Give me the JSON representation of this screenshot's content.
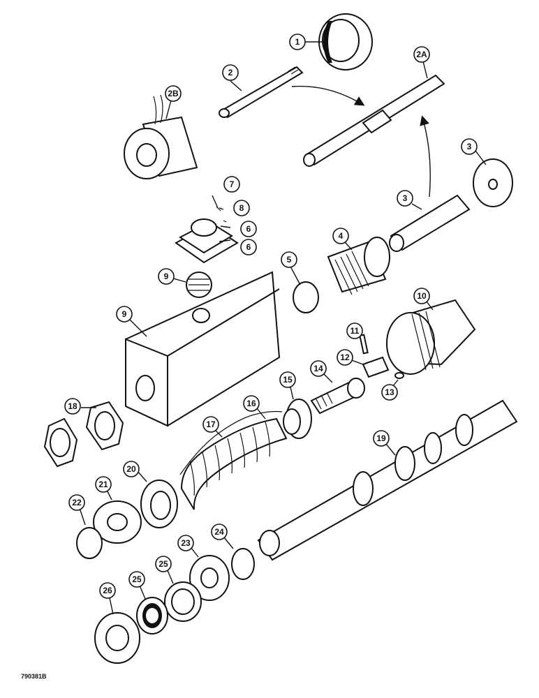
{
  "diagram": {
    "reference_id": "790381B",
    "callouts": [
      "1",
      "2",
      "2A",
      "2B",
      "3",
      "3",
      "4",
      "5",
      "6",
      "6",
      "7",
      "8",
      "9",
      "9",
      "10",
      "11",
      "12",
      "13",
      "14",
      "15",
      "16",
      "17",
      "18",
      "19",
      "20",
      "21",
      "22",
      "23",
      "24",
      "25",
      "25",
      "26"
    ]
  }
}
